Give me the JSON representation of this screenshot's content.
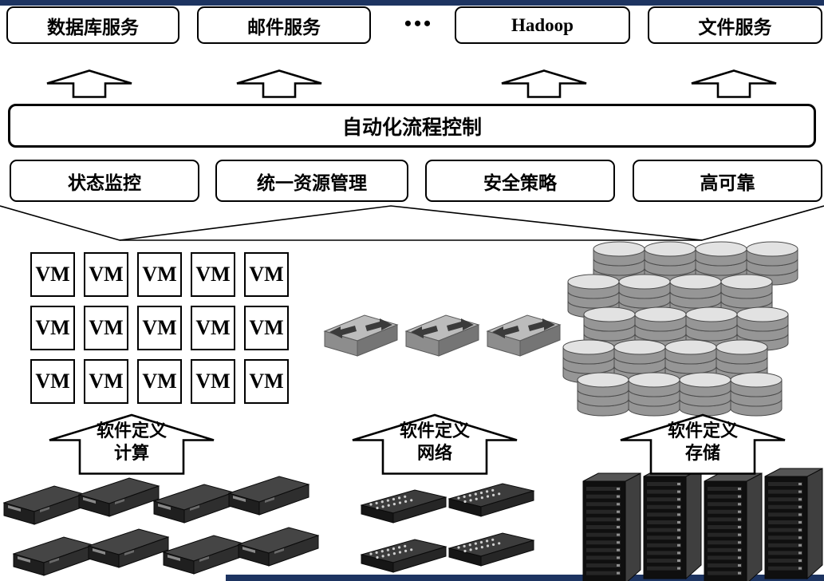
{
  "diagram": {
    "top_services": {
      "items": [
        {
          "label": "数据库服务"
        },
        {
          "label": "邮件服务"
        },
        {
          "label": "Hadoop"
        },
        {
          "label": "文件服务"
        }
      ],
      "ellipsis": "•••"
    },
    "automation_bar": {
      "label": "自动化流程控制"
    },
    "management_row": {
      "items": [
        {
          "label": "状态监控"
        },
        {
          "label": "统一资源管理"
        },
        {
          "label": "安全策略"
        },
        {
          "label": "高可靠"
        }
      ]
    },
    "virtual_layer": {
      "vm_grid": {
        "label": "VM",
        "rows": 3,
        "cols": 5
      },
      "network_switches": {
        "count": 3,
        "icon": "network-switch-3d-icon"
      },
      "storage_disks": {
        "rows": 5,
        "cols": 4,
        "icon": "disk-stack-icon"
      }
    },
    "sdx_arrows": [
      {
        "line1": "软件定义",
        "line2": "计算"
      },
      {
        "line1": "软件定义",
        "line2": "网络"
      },
      {
        "line1": "软件定义",
        "line2": "存储"
      }
    ],
    "hardware_layer": {
      "compute_servers": {
        "count": 8,
        "icon": "rack-unit-server-icon"
      },
      "network_switches": {
        "count": 4,
        "icon": "switch-with-ports-icon"
      },
      "storage_racks": {
        "count": 4,
        "icon": "tower-rack-icon"
      }
    },
    "colors": {
      "line_black": "#000000",
      "slide_border_navy": "#1d3461",
      "icon_light_gray": "#bcbcbc",
      "icon_mid_gray": "#8d8d8d",
      "icon_dark_gray": "#2e2e2e"
    }
  }
}
